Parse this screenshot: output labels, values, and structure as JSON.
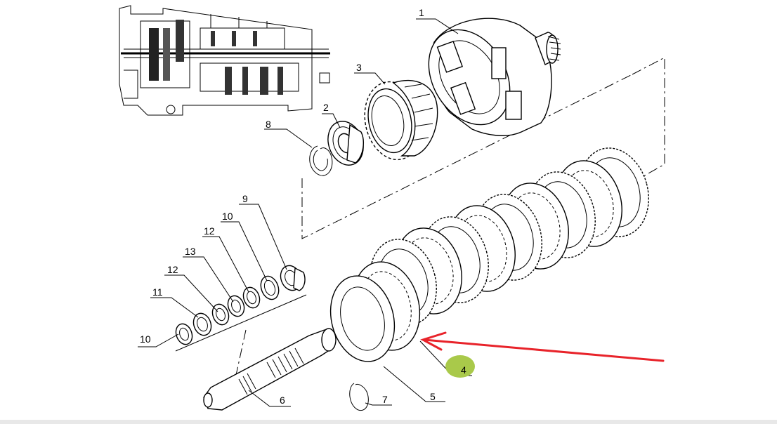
{
  "callouts": {
    "c1": "1",
    "c2": "2",
    "c3": "3",
    "c4": "4",
    "c5": "5",
    "c6": "6",
    "c7": "7",
    "c8": "8",
    "c9": "9",
    "c10a": "10",
    "c10b": "10",
    "c11": "11",
    "c12a": "12",
    "c12b": "12",
    "c13": "13"
  },
  "colors": {
    "arrow": "#e8232a",
    "highlight": "#a9c94a",
    "line": "#000000"
  }
}
